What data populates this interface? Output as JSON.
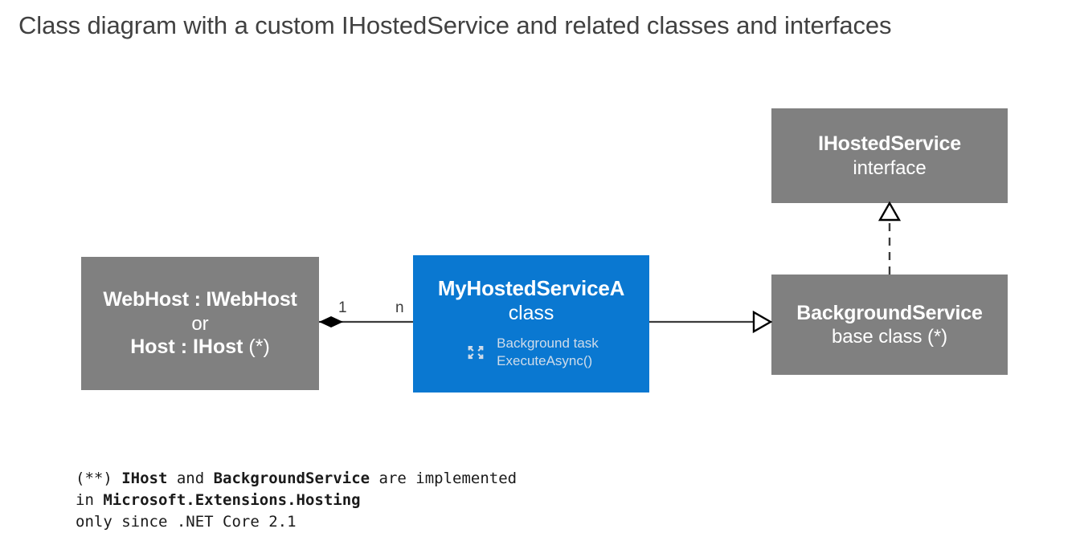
{
  "title": "Class diagram with a custom IHostedService and related classes and interfaces",
  "colors": {
    "gray_box": "#808080",
    "blue_box": "#0a78d1",
    "title_text": "#414141",
    "connector": "#3c3c3c",
    "task_text": "#cfdcea"
  },
  "boxes": {
    "webhost": {
      "title": "WebHost : IWebHost",
      "or": "or",
      "host": "Host : IHost",
      "host_note": " (*)",
      "kind": "gray"
    },
    "myhostedservice": {
      "title": "MyHostedServiceA",
      "stereotype": "class",
      "icon": "background-task-cycle-icon",
      "task_line1": "Background task",
      "task_line2": "ExecuteAsync()",
      "kind": "blue"
    },
    "ihostedservice": {
      "title": "IHostedService",
      "stereotype": "interface",
      "kind": "gray"
    },
    "backgroundservice": {
      "title": "BackgroundService",
      "stereotype": "base class (*)",
      "kind": "gray"
    }
  },
  "connectors": {
    "composition": {
      "from": "webhost",
      "to": "myhostedservice",
      "type": "composition",
      "source_multiplicity": "1",
      "target_multiplicity": "n"
    },
    "generalization": {
      "from": "myhostedservice",
      "to": "backgroundservice",
      "type": "generalization"
    },
    "realization": {
      "from": "backgroundservice",
      "to": "ihostedservice",
      "type": "realization-dashed"
    }
  },
  "footnote": {
    "line1_a": "(**) ",
    "line1_b": "IHost",
    "line1_c": " and ",
    "line1_d": "BackgroundService",
    "line1_e": " are implemented",
    "line2_a": "in ",
    "line2_b": "Microsoft.Extensions.Hosting",
    "line3": "only since .NET Core 2.1"
  }
}
